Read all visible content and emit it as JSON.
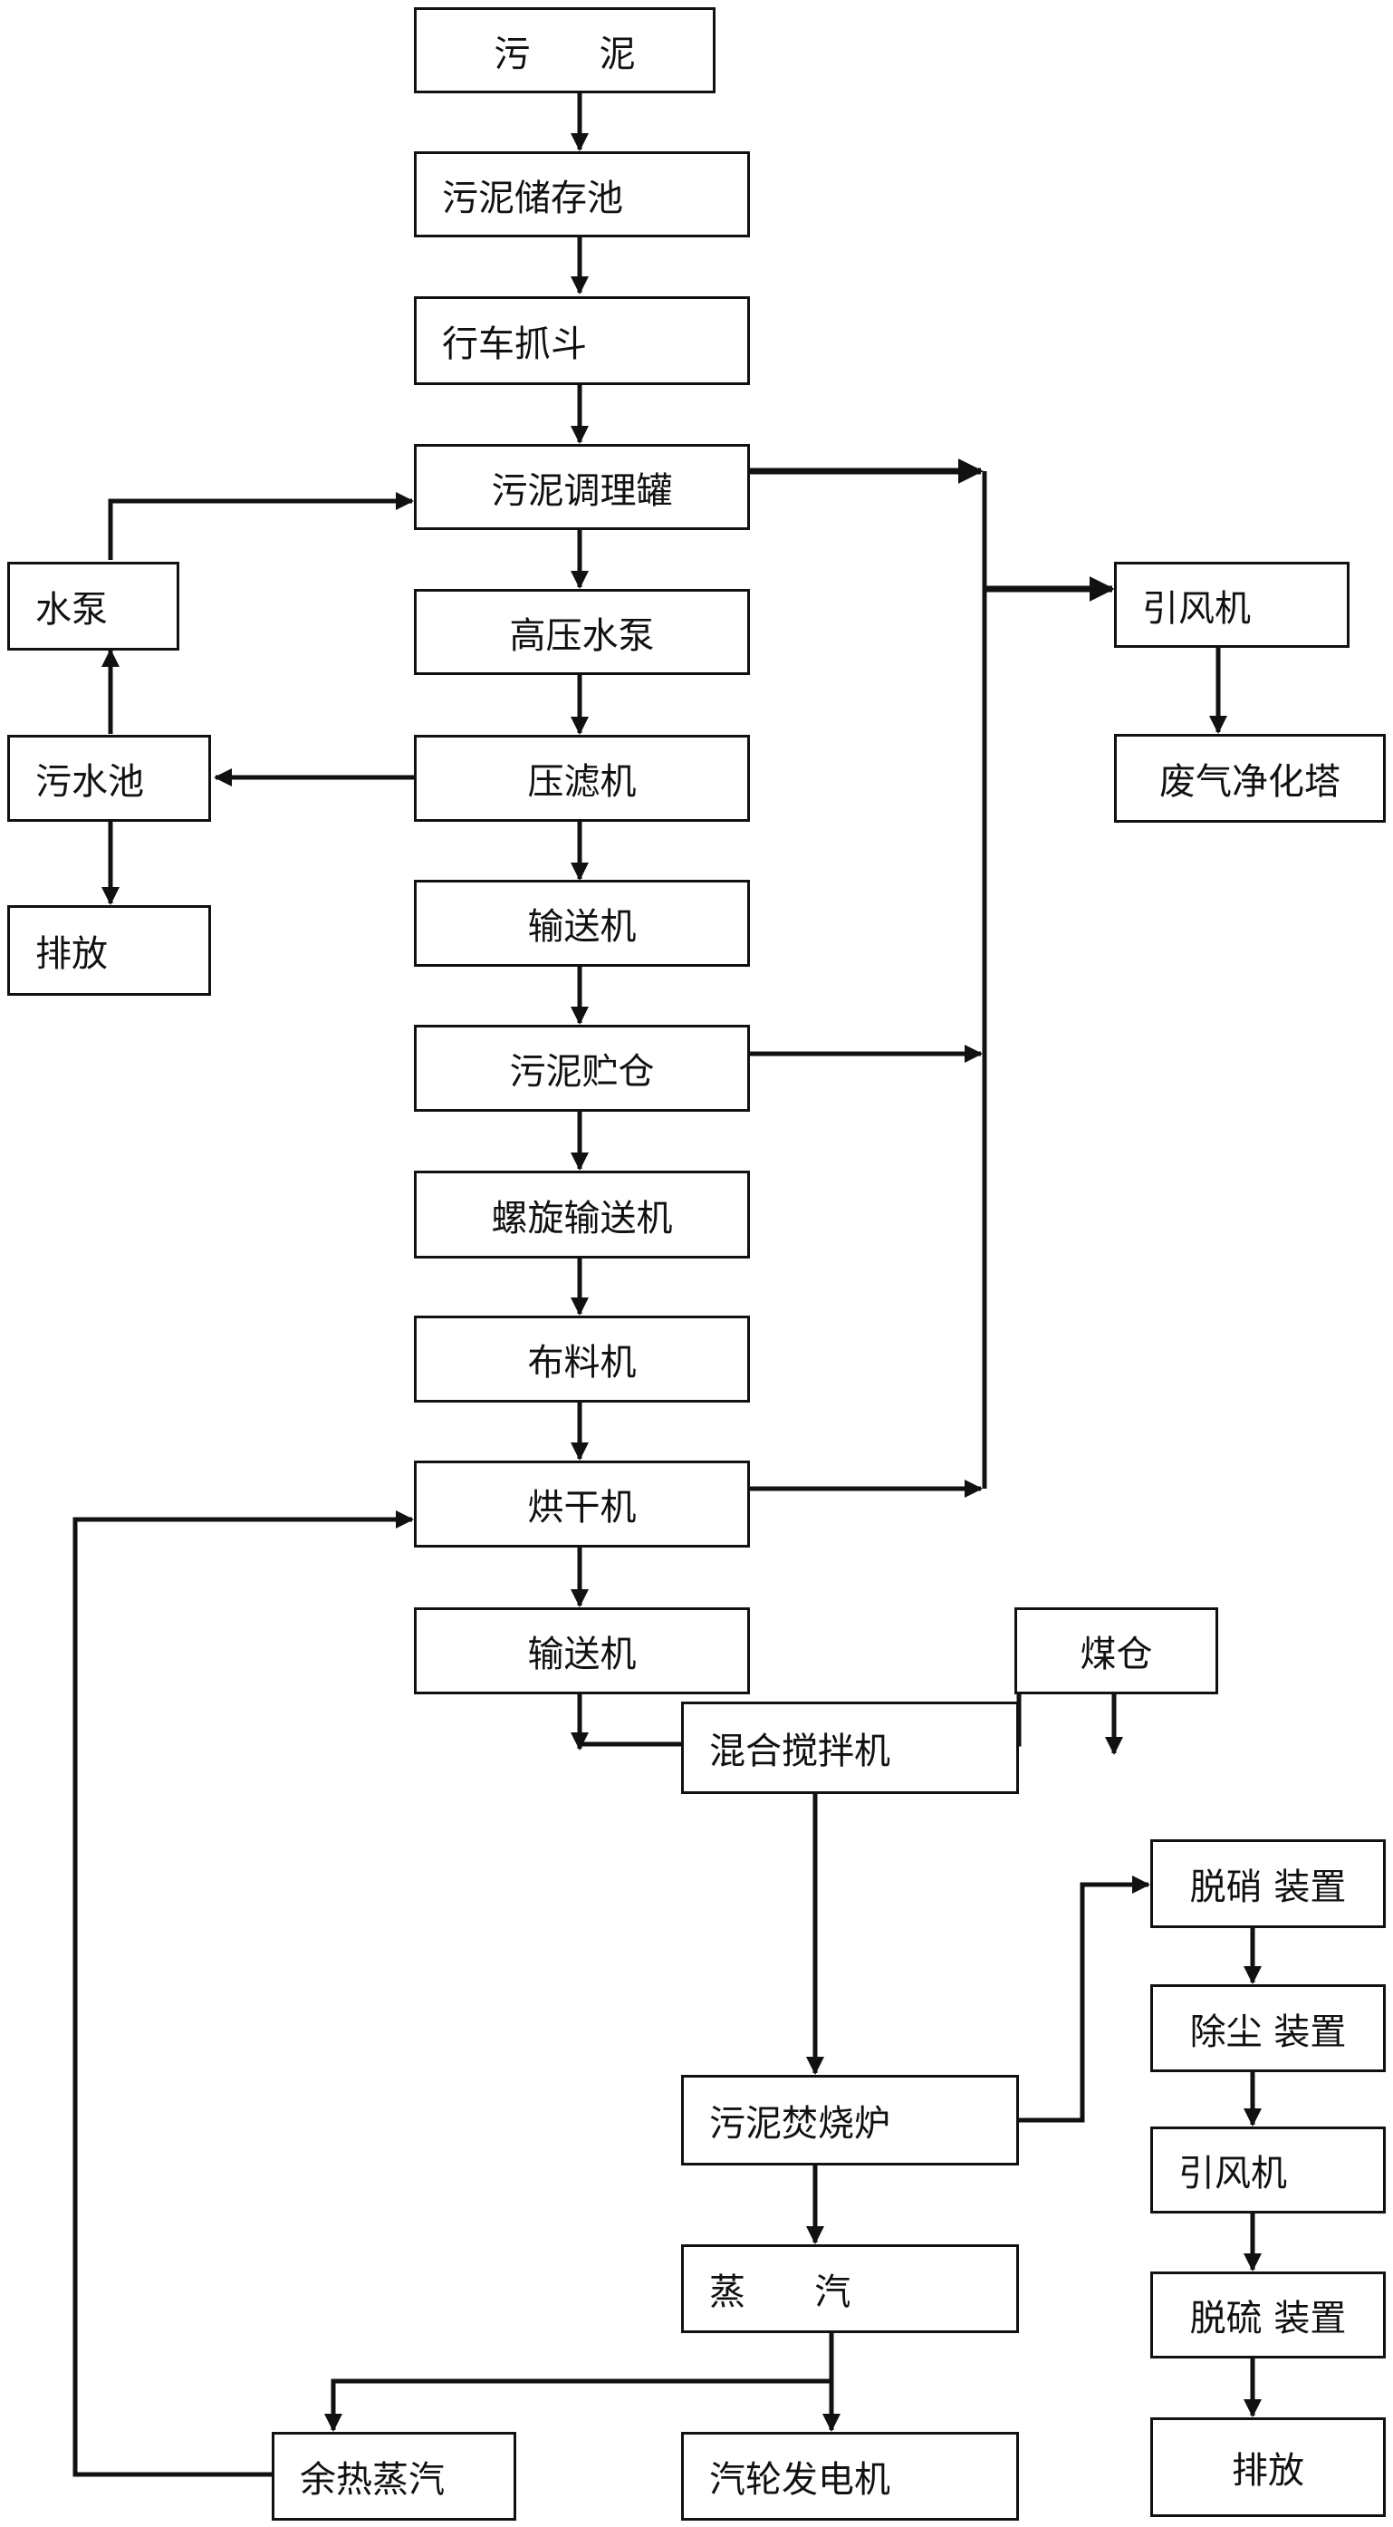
{
  "diagram": {
    "nodes": {
      "sludge": "污      泥",
      "sludge_storage": "污泥储存池",
      "crane_grab": "行车抓斗",
      "conditioning_tank": "污泥调理罐",
      "high_pressure_pump": "高压水泵",
      "filter_press": "压滤机",
      "conveyor_1": "输送机",
      "sludge_silo": "污泥贮仓",
      "screw_conveyor": "螺旋输送机",
      "distributor": "布料机",
      "dryer": "烘干机",
      "conveyor_2": "输送机",
      "coal_bunker": "煤仓",
      "mixer": "混合搅拌机",
      "incinerator": "污泥焚烧炉",
      "steam": "蒸      汽",
      "waste_heat_steam": "余热蒸汽",
      "turbine_generator": "汽轮发电机",
      "water_pump": "水泵",
      "sewage_pool": "污水池",
      "discharge_left": "排放",
      "induced_fan_top": "引风机",
      "gas_purification_tower": "废气净化塔",
      "denitrification": "脱硝 装置",
      "dust_removal": "除尘 装置",
      "induced_fan_bottom": "引风机",
      "desulfurization": "脱硫 装置",
      "discharge_right": "排放"
    }
  }
}
